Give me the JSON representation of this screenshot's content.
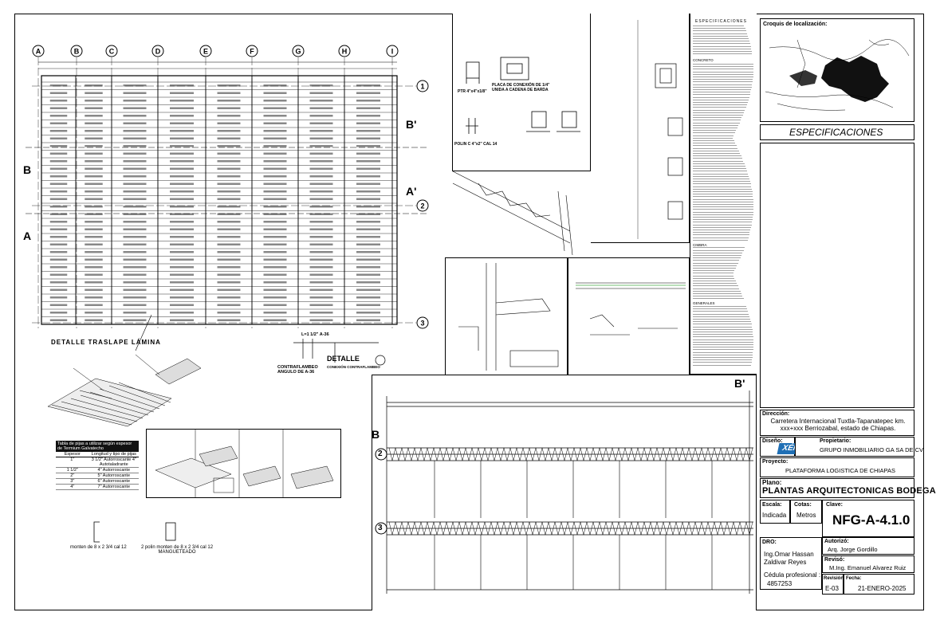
{
  "plan": {
    "grid_cols": [
      "A",
      "B",
      "C",
      "D",
      "E",
      "F",
      "G",
      "H",
      "I"
    ],
    "grid_rows": [
      "1",
      "2",
      "3"
    ],
    "section_b": "B",
    "section_b_prime": "B'",
    "section_a": "A",
    "section_a_prime": "A'"
  },
  "details": {
    "traslape_title": "DETALLE TRASLAPE LÁMINA",
    "detalle_title": "DETALLE",
    "detalle_sub": "CONEXIÓN CONTRAFLAMBEO",
    "contraflambeo_label": "CONTRAFLAMBEO ANGULO DE A-36",
    "contraflambeo_top": "L=1 1/2\" A-36",
    "placa_label": "PLACA DE CONEXIÓN DE 1/4\" UNIDA A CADENA DE BARDA",
    "ptr_label": "PTR 4\"x4\"x1/8\"",
    "polin_label": "POLIN C 4\"x2\" CAL 14",
    "monten_label": "monten de 8 x 2 3/4 cal 12",
    "polin_monten_label": "2 polin monten de 8 x 2 3/4 cal 12 MANGUETEADO"
  },
  "table": {
    "title": "Tabla de pijas a utilizar según espesor de Termium Galvatecho",
    "headers": [
      "Espesor",
      "Longitud y tipo de pijas"
    ],
    "rows": [
      [
        "1\"",
        "3 1/2\" Autorroscante 4\" Autotaladrante"
      ],
      [
        "1 1/2\"",
        "4\" Autorroscante"
      ],
      [
        "2\"",
        "5\" Autorroscante"
      ],
      [
        "3\"",
        "6\" Autorroscante"
      ],
      [
        "4\"",
        "7\" Autorroscante"
      ]
    ]
  },
  "specs": {
    "title": "ESPECIFICACIONES",
    "sub_concreto": "CONCRETO",
    "sub_cimbra": "CIMBRA",
    "sub_generales": "GENERALES"
  },
  "titleblock": {
    "croquis_label": "Croquis de localización:",
    "especificaciones": "ESPECIFICACIONES",
    "direccion_label": "Dirección:",
    "direccion_value": "Carretera Internacional Tuxtla-Tapanatepec km. xxx+xxx Berriozabal, estado de Chiapas.",
    "diseno_label": "Diseño:",
    "logo_text": "XÉNEZ",
    "propietario_label": "Propietario:",
    "propietario_value": "GRUPO INMOBILIARIO GA SA DE CV",
    "proyecto_label": "Proyecto:",
    "proyecto_value": "PLATAFORMA LOGISTICA DE CHIAPAS",
    "plano_label": "Plano:",
    "plano_value": "PLANTAS ARQUITECTONICAS BODEGA",
    "escala_label": "Escala:",
    "escala_value": "Indicada",
    "cotas_label": "Cotas:",
    "cotas_value": "Metros",
    "clave_label": "Clave:",
    "clave_value": "NFG-A-4.1.0",
    "dro_label": "DRO:",
    "dro_value_1": "Ing.Omar Hassan",
    "dro_value_2": "Zaldivar Reyes",
    "cedula_label": "Cédula profesional :",
    "cedula_value": "4857253",
    "autorizo_label": "Autorizó:",
    "autorizo_value": "Arq. Jorge Gordillo",
    "reviso_label": "Revisó:",
    "reviso_value": "M.Ing. Emanuel Alvarez Ruiz",
    "revision_label": "Revisión:",
    "revision_value": "E-03",
    "fecha_label": "Fecha:",
    "fecha_value": "21-ENERO-2025"
  }
}
